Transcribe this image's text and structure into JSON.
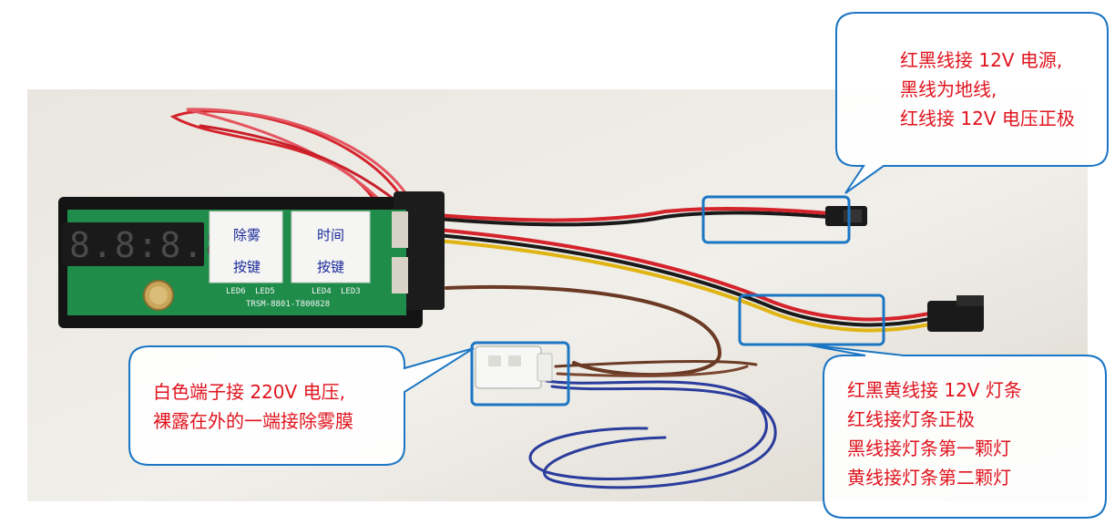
{
  "callouts": {
    "power": {
      "lines": [
        "红黑线接 12V 电源,",
        "黑线为地线,",
        "红线接 12V 电压正极"
      ]
    },
    "white_terminal": {
      "lines": [
        "白色端子接 220V 电压,",
        "裸露在外的一端接除雾膜"
      ]
    },
    "light_strip": {
      "lines": [
        "红黑黄线接 12V 灯条",
        "红线接灯条正极",
        "黑线接灯条第一颗灯",
        "黄线接灯条第二颗灯"
      ]
    }
  },
  "device": {
    "display_value": "8.8:8.8",
    "button_defog": {
      "line1": "除雾",
      "line2": "按键"
    },
    "button_time": {
      "line1": "时间",
      "line2": "按键"
    },
    "pcb_model": "TRSM-8801-T800828",
    "pcb_labels": [
      "LED6",
      "LED5",
      "LED4",
      "LED3"
    ]
  },
  "colors": {
    "callout_text": "#e0141e",
    "callout_border": "#1b76c4",
    "highlight_box": "#1b76c4",
    "pcb_green": "#1f8c4a",
    "wire_red": "#d4232b",
    "wire_black": "#1a1a1a",
    "wire_yellow": "#e0b413",
    "wire_brown": "#6b3a24",
    "wire_blue": "#2a3c9c"
  }
}
